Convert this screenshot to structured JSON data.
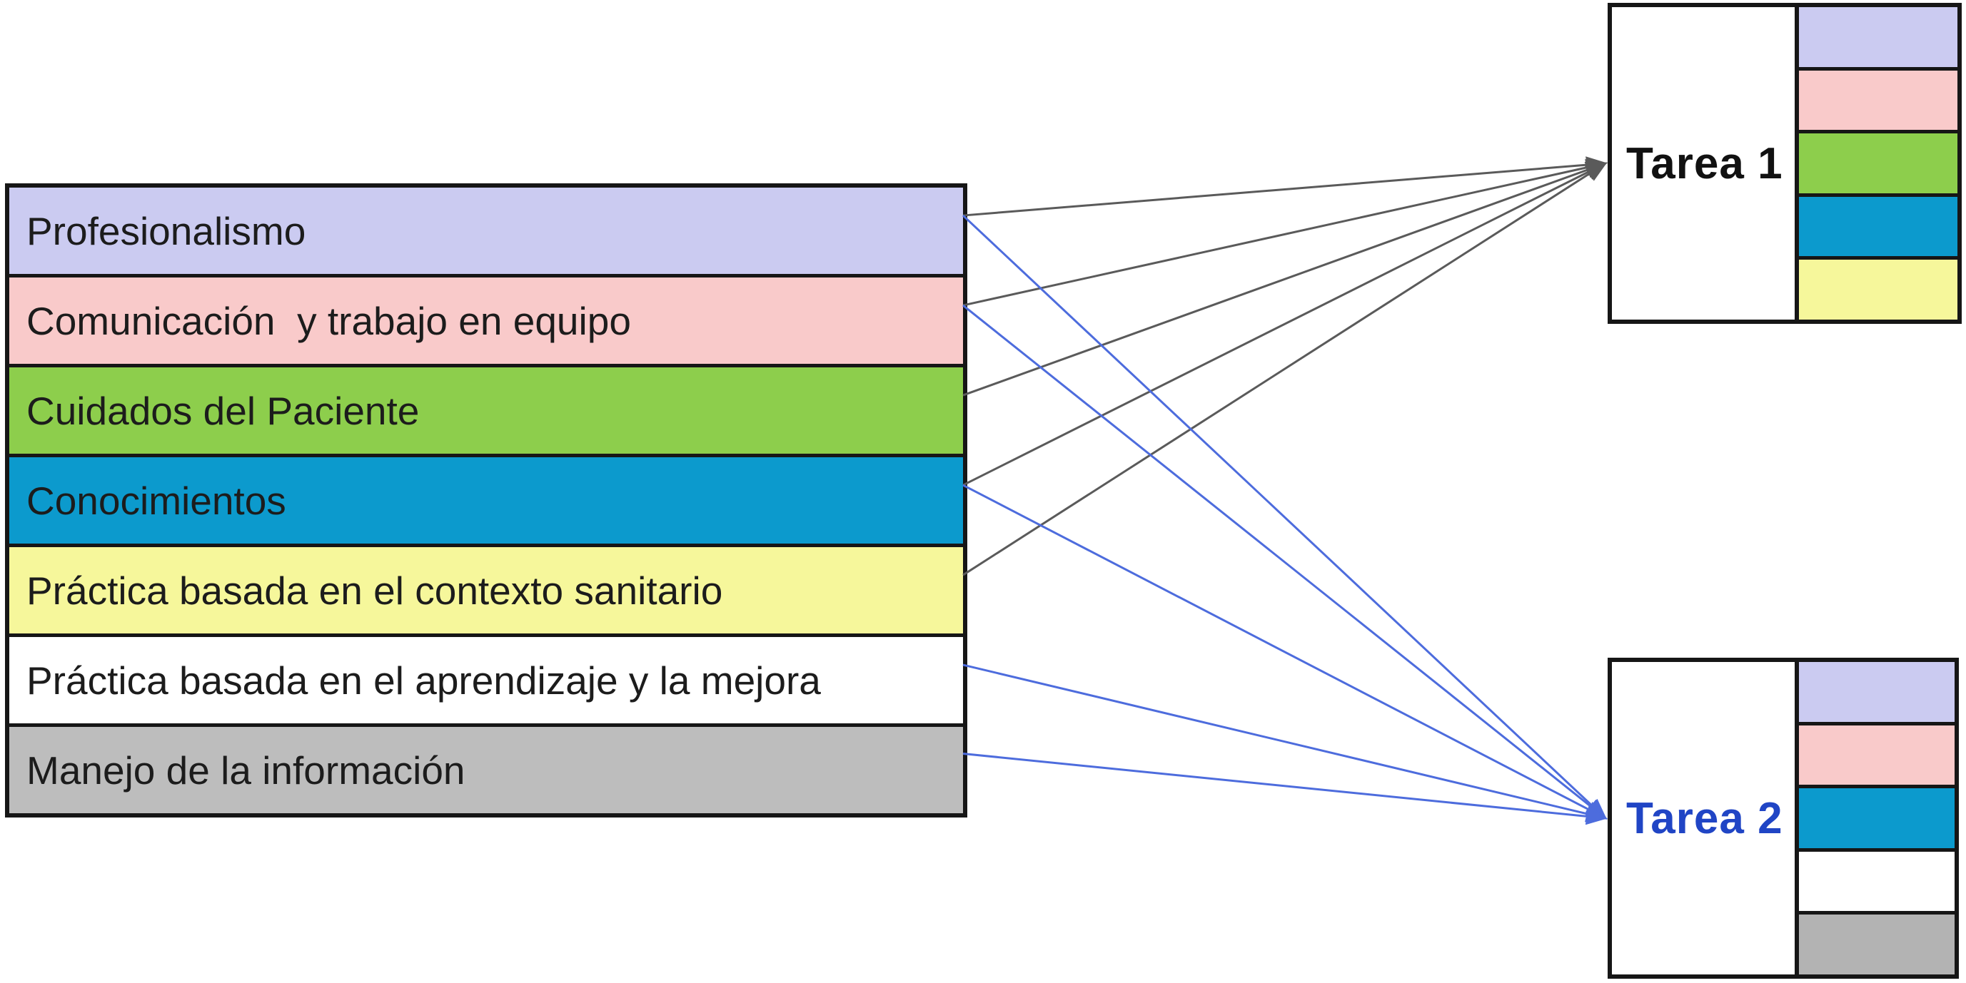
{
  "canvas": {
    "background": "#ffffff",
    "border_color": "#161616"
  },
  "competencies_box": {
    "rows": [
      {
        "label": "Profesionalismo",
        "color": "#cbcbf1"
      },
      {
        "label": "Comunicación  y trabajo en equipo",
        "color": "#f9caca"
      },
      {
        "label": "Cuidados del Paciente",
        "color": "#8dce4c"
      },
      {
        "label": "Conocimientos",
        "color": "#0c9acd"
      },
      {
        "label": "Práctica basada en el contexto sanitario",
        "color": "#f6f79b"
      },
      {
        "label": "Práctica basada en el aprendizaje y la mejora",
        "color": "#ffffff"
      },
      {
        "label": "Manejo de la información",
        "color": "#bdbdbd"
      }
    ]
  },
  "tasks": [
    {
      "id": "tarea1",
      "title": "Tarea 1",
      "title_color": "#111111",
      "strip_colors": [
        "#cbcbf1",
        "#f9caca",
        "#8dce4c",
        "#0c9acd",
        "#f6f79b"
      ]
    },
    {
      "id": "tarea2",
      "title": "Tarea 2",
      "title_color": "#2045c5",
      "strip_colors": [
        "#cbcbf1",
        "#f9caca",
        "#0c9acd",
        "#ffffff",
        "#b3b3b3"
      ]
    }
  ],
  "connections": [
    {
      "target": "tarea1",
      "color": "#5a5a5a",
      "from_rows": [
        0,
        1,
        2,
        3,
        4
      ]
    },
    {
      "target": "tarea2",
      "color": "#4d6cdd",
      "from_rows": [
        0,
        1,
        3,
        5,
        6
      ]
    }
  ]
}
